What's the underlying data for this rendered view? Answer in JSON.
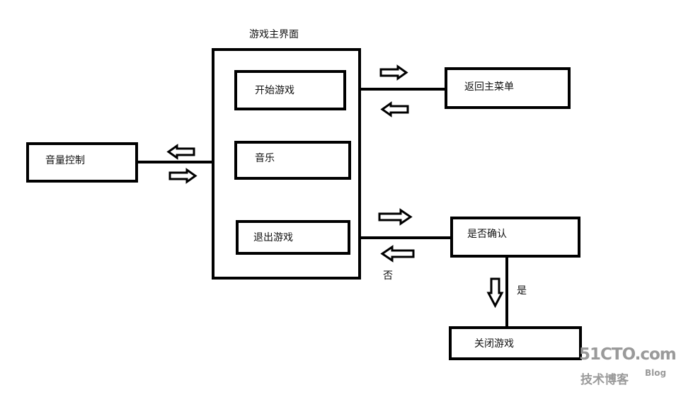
{
  "main": {
    "title": "游戏主界面",
    "items": [
      "开始游戏",
      "音乐",
      "退出游戏"
    ]
  },
  "return_menu": "返回主菜单",
  "volume_control": "音量控制",
  "confirm": "是否确认",
  "close_game": "关闭游戏",
  "label_no": "否",
  "label_yes": "是",
  "watermark": {
    "site": "51CTO.com",
    "tagline": "技术博客",
    "blog": "Blog"
  }
}
